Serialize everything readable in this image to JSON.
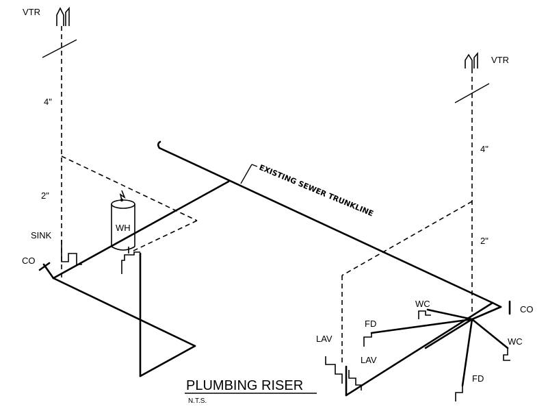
{
  "drawing": {
    "title": "PLUMBING RISER",
    "scale_note": "N.T.S.",
    "trunkline_label": "EXISTING SEWER TRUNKLINE",
    "labels": {
      "vtr_left": "VTR",
      "vtr_right": "VTR",
      "size_4_left": "4\"",
      "size_2_left": "2\"",
      "size_4_right": "4\"",
      "size_2_right": "2\"",
      "sink": "SINK",
      "co_left": "CO",
      "co_right": "CO",
      "wh": "WH",
      "lav_1": "LAV",
      "lav_2": "LAV",
      "fd_1": "FD",
      "fd_2": "FD",
      "wc_1": "WC",
      "wc_2": "WC"
    }
  },
  "colors": {
    "ink": "#000000",
    "paper": "#ffffff"
  }
}
